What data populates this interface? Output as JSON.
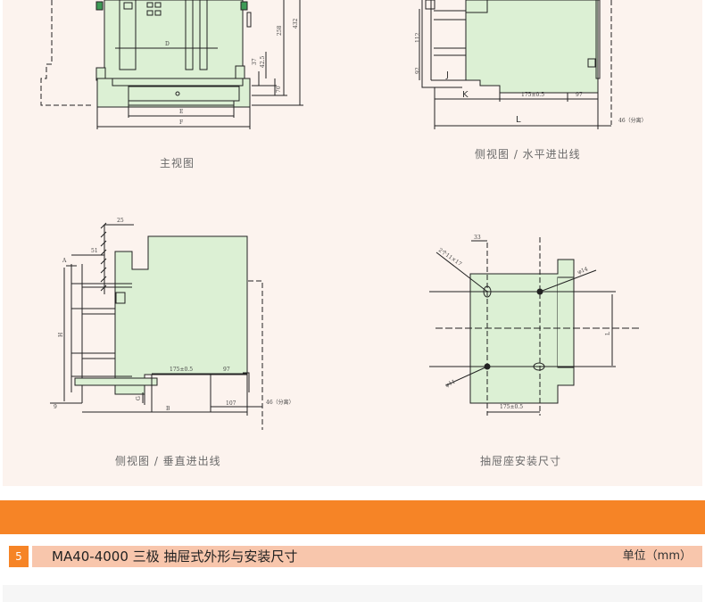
{
  "captions": {
    "front_view": "主视图",
    "side_view_horizontal": "侧视图 / 水平进出线",
    "side_view_vertical": "侧视图 / 垂直进出线",
    "drawout_mounting": "抽屉座安装尺寸"
  },
  "front_view_dims": {
    "d": "D",
    "e": "E",
    "f": "F",
    "d258": "258",
    "d432": "432",
    "d37": "37",
    "d42_5": "42.5",
    "d70": "70"
  },
  "side_horizontal_dims": {
    "d112": "112",
    "d92": "92",
    "j": "J",
    "k": "K",
    "d175": "175±0.5",
    "d97": "97",
    "l": "L",
    "d46": "46（分离）"
  },
  "side_vertical_dims": {
    "d25": "25",
    "a": "A",
    "d51": "51",
    "h": "H",
    "d175": "175±0.5",
    "d97": "97",
    "g": "G",
    "d9": "9",
    "b": "B",
    "d107": "107",
    "d46": "46（分离）"
  },
  "mounting_dims": {
    "d33": "33",
    "holes": "2个11×17",
    "phi14": "φ14",
    "phi11": "φ11",
    "l": "L",
    "d175": "175±0.5"
  },
  "section": {
    "number": "5",
    "title": "MA40-4000 三极 抽屉式外形与安装尺寸",
    "unit": "单位（mm）"
  },
  "colors": {
    "accent": "#f68426",
    "band": "#f8c6ac",
    "panel": "#fcf3ee",
    "drawing_fill": "#dcf0d4"
  }
}
